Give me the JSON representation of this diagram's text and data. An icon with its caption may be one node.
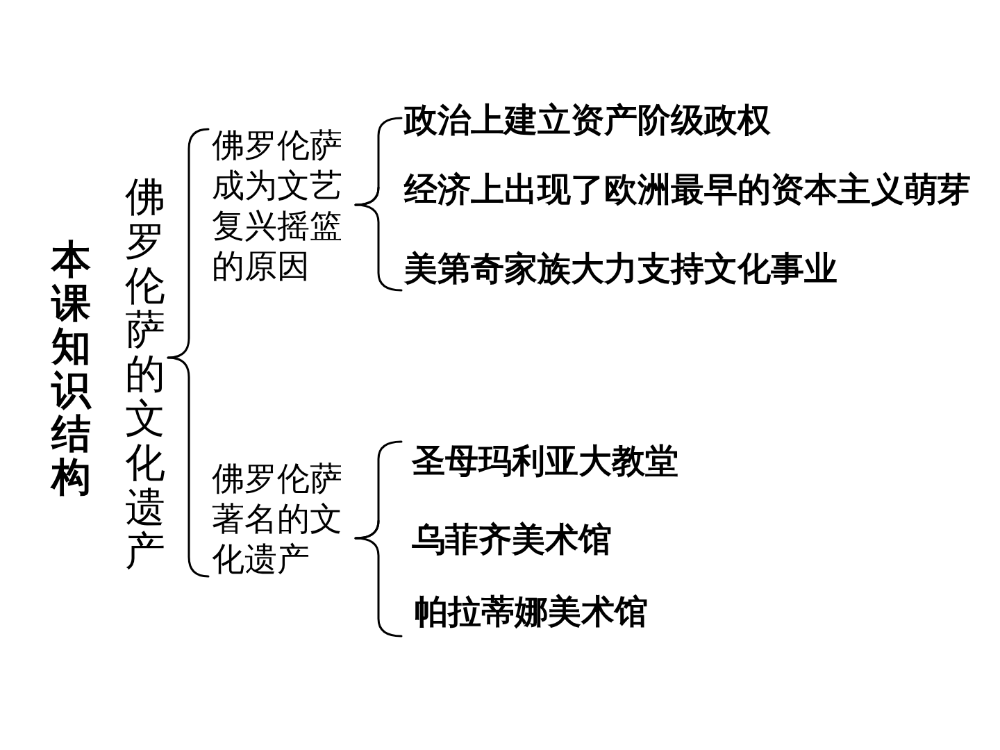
{
  "diagram": {
    "title": "本课知识结构",
    "nodes": [
      {
        "text": [
          "佛罗伦萨的文化遗产"
        ]
      },
      {
        "text": [
          "佛罗伦萨成为文艺复兴摇篮的原因"
        ]
      },
      {
        "text": [
          "政治上建立资产阶级政权"
        ]
      },
      {
        "text": [
          "经济上出现了欧洲最早的资本主义萌芽"
        ]
      },
      {
        "text": [
          "美第奇家族大力支持文化事业"
        ]
      },
      {
        "text": [
          "佛罗伦萨著名的文化遗产"
        ]
      },
      {
        "text": [
          "圣母玛利亚大教堂"
        ]
      },
      {
        "text": [
          "乌菲齐美术馆"
        ]
      },
      {
        "text": [
          "帕拉蒂娜美术馆"
        ]
      }
    ],
    "edges": [
      {
        "from": 0,
        "to": 1,
        "arrow": "none"
      },
      {
        "from": 0,
        "to": 5,
        "arrow": "none"
      },
      {
        "from": 1,
        "to": 2,
        "arrow": "none"
      },
      {
        "from": 1,
        "to": 3,
        "arrow": "none"
      },
      {
        "from": 1,
        "to": 4,
        "arrow": "none"
      },
      {
        "from": 5,
        "to": 6,
        "arrow": "none"
      },
      {
        "from": 5,
        "to": 7,
        "arrow": "none"
      },
      {
        "from": 5,
        "to": 8,
        "arrow": "none"
      }
    ]
  }
}
